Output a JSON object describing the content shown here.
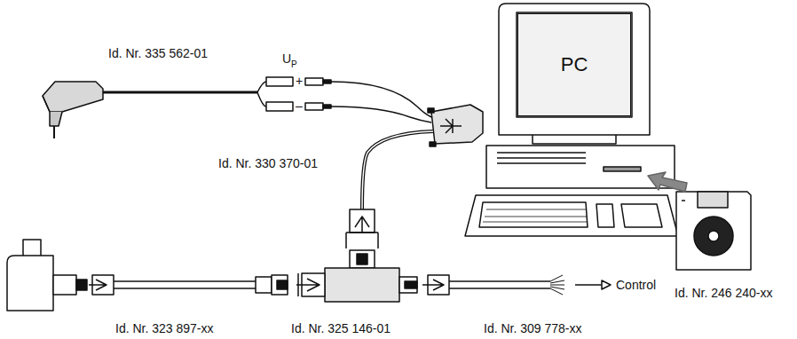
{
  "diagram": {
    "nodes": [
      {
        "text": [
          "PC"
        ]
      }
    ],
    "labels": [
      "Id. Nr. 335 562-01",
      "U",
      "P",
      "+",
      "–",
      "Id. Nr. 330 370-01",
      "Id. Nr. 246 240-xx",
      "Id. Nr. 323 897-xx",
      "Id. Nr. 325 146-01",
      "Id. Nr. 309 778-xx",
      "Control"
    ]
  }
}
